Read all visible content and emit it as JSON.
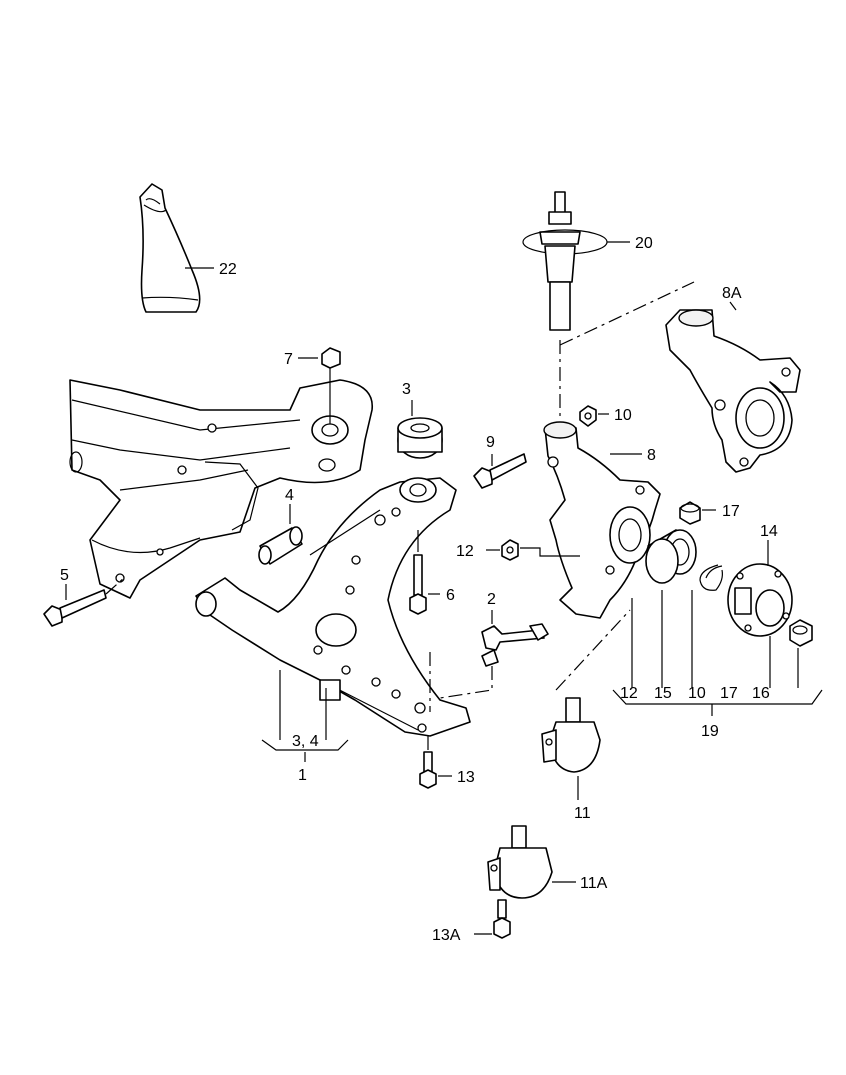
{
  "callouts": {
    "c1": "1",
    "c2": "2",
    "c3": "3",
    "c34": "3, 4",
    "c4": "4",
    "c5": "5",
    "c6": "6",
    "c7": "7",
    "c8": "8",
    "c8a": "8A",
    "c9": "9",
    "c10": "10",
    "c11": "11",
    "c11a": "11A",
    "c12": "12",
    "c13": "13",
    "c13a": "13A",
    "c14": "14",
    "c17": "17",
    "c19": "19",
    "c20": "20",
    "c22": "22"
  },
  "kit19": {
    "items": [
      "12",
      "15",
      "10",
      "17",
      "16"
    ]
  }
}
